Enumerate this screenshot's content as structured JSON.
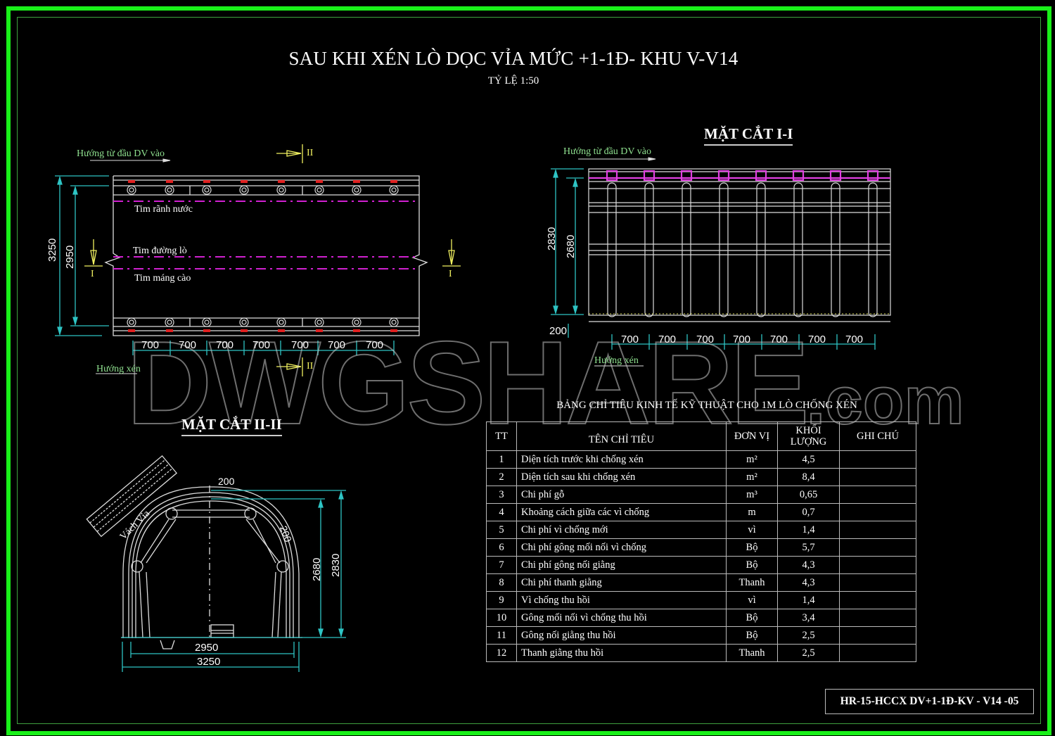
{
  "drawing": {
    "title": "SAU KHI XÉN LÒ DỌC VỈA MỨC +1-1Đ- KHU V-V14",
    "scale": "TỶ LỆ 1:50",
    "drawing_code": "HR-15-HCCX DV+1-1Đ-KV - V14 -05",
    "watermark_main": "DWGSHARE",
    "watermark_suffix": ".com",
    "colors": {
      "frame": "#19f019",
      "dimension": "#2ec4c4",
      "centerline": "#d020d0",
      "section_marker": "#f0f060",
      "direction_text": "#8fe08f",
      "plate_red": "#e02020"
    }
  },
  "plan_view": {
    "direction_in": "Hướng từ đầu DV vào",
    "direction_cut": "Hướng xén",
    "label_drain": "Tim rãnh nước",
    "label_road": "Tim đường lò",
    "label_conveyor": "Tim máng cào",
    "dim_outer": "3250",
    "dim_inner": "2950",
    "spacings": [
      "700",
      "700",
      "700",
      "700",
      "700",
      "700",
      "700"
    ],
    "section_I": "I",
    "section_II": "II"
  },
  "section_I": {
    "title": "MẶT CẮT  I-I",
    "direction_in": "Hướng từ đầu DV vào",
    "direction_cut": "Hướng xén",
    "dim_outer": "2830",
    "dim_inner": "2680",
    "dim_base": "200",
    "spacings": [
      "700",
      "700",
      "700",
      "700",
      "700",
      "700",
      "700"
    ]
  },
  "section_II": {
    "title": "MẶT CẮT II-II",
    "wall_label": "Vách Vỉa",
    "dim_top": "200",
    "dim_side": "200",
    "dim_height_inner": "2680",
    "dim_height_outer": "2830",
    "dim_width_inner": "2950",
    "dim_width_outer": "3250"
  },
  "spec_table": {
    "caption": "BẢNG CHỈ TIÊU KINH TẾ KỸ THUẬT CHO 1M LÒ CHỐNG XÉN",
    "headers": {
      "tt": "TT",
      "name": "TÊN CHỈ TIÊU",
      "unit": "ĐƠN VỊ",
      "qty_line1": "KHỐI",
      "qty_line2": "LƯỢNG",
      "note": "GHI CHÚ"
    },
    "rows": [
      {
        "tt": "1",
        "name": "Diện tích trước khi chống xén",
        "unit": "m²",
        "qty": "4,5",
        "note": ""
      },
      {
        "tt": "2",
        "name": "Diện tích sau khi chống xén",
        "unit": "m²",
        "qty": "8,4",
        "note": ""
      },
      {
        "tt": "3",
        "name": "Chi phí gỗ",
        "unit": "m³",
        "qty": "0,65",
        "note": ""
      },
      {
        "tt": "4",
        "name": "Khoảng cách giữa các vì chống",
        "unit": "m",
        "qty": "0,7",
        "note": ""
      },
      {
        "tt": "5",
        "name": "Chi phí vì chống mới",
        "unit": "vì",
        "qty": "1,4",
        "note": ""
      },
      {
        "tt": "6",
        "name": "Chi phí gông mối nối vì chống",
        "unit": "Bộ",
        "qty": "5,7",
        "note": ""
      },
      {
        "tt": "7",
        "name": "Chi phí gông nối giằng",
        "unit": "Bộ",
        "qty": "4,3",
        "note": ""
      },
      {
        "tt": "8",
        "name": "Chi phí thanh giằng",
        "unit": "Thanh",
        "qty": "4,3",
        "note": ""
      },
      {
        "tt": "9",
        "name": "Vì chống thu hồi",
        "unit": "vì",
        "qty": "1,4",
        "note": ""
      },
      {
        "tt": "10",
        "name": "Gông mối nối vì chống thu hồi",
        "unit": "Bộ",
        "qty": "3,4",
        "note": ""
      },
      {
        "tt": "11",
        "name": "Gông nối giằng thu hồi",
        "unit": "Bộ",
        "qty": "2,5",
        "note": ""
      },
      {
        "tt": "12",
        "name": "Thanh giằng thu hồi",
        "unit": "Thanh",
        "qty": "2,5",
        "note": ""
      }
    ]
  }
}
